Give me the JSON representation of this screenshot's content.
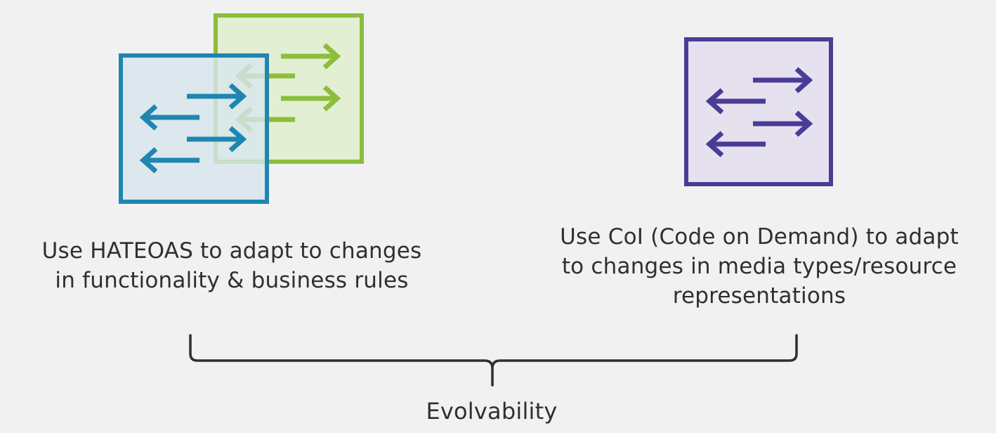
{
  "left_caption": "Use HATEOAS to adapt to changes\nin functionality & business rules",
  "right_caption": "Use CoI (Code on Demand) to adapt\nto changes in media types/resource\nrepresentations",
  "bottom_label": "Evolvability",
  "icons": {
    "hateoas_front": "blue-arrows-square-icon",
    "hateoas_back": "green-arrows-square-icon",
    "code_on_demand": "purple-arrows-square-icon"
  },
  "colors": {
    "blue": "#1e86b0",
    "blue_fill": "#d7e6ee",
    "green": "#8cbd3c",
    "green_fill": "#e3efd2",
    "purple": "#4b3b95",
    "purple_fill": "#e5e1ef",
    "text": "#2f2f2f"
  }
}
